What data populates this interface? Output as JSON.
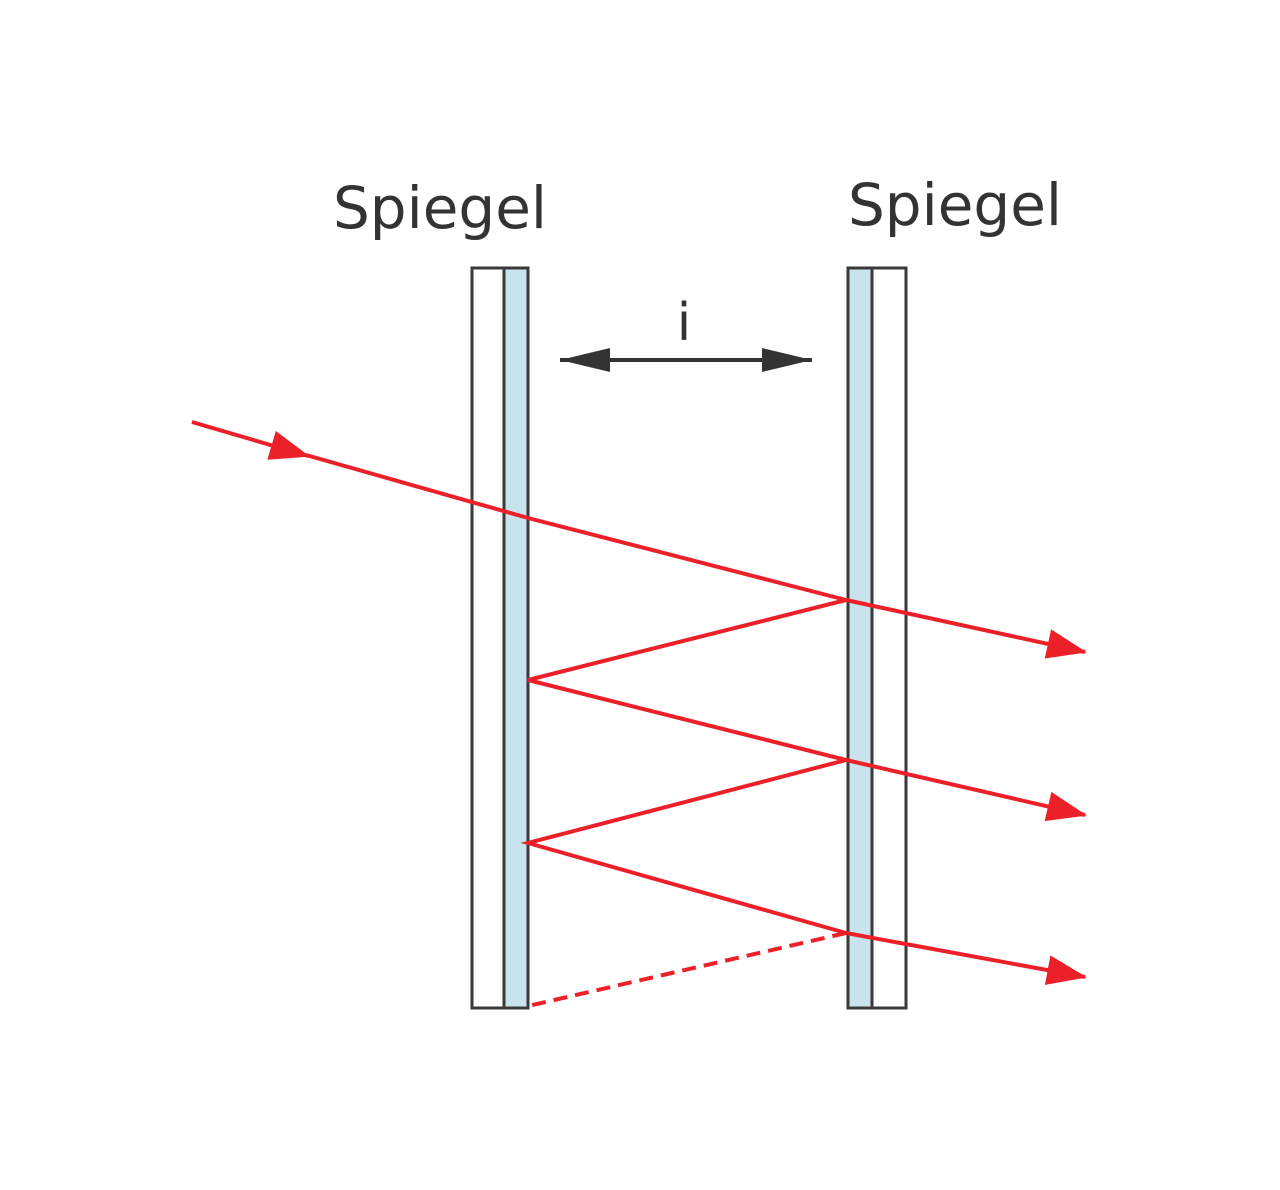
{
  "labels": {
    "left_mirror": "Spiegel",
    "right_mirror": "Spiegel",
    "distance": "i"
  },
  "colors": {
    "beam": "#ec2028",
    "mirror_outline": "#3a3a3a",
    "mirror_coating": "#c9e3ed",
    "glass": "#ffffff",
    "arrow": "#333333",
    "text": "#333333"
  }
}
